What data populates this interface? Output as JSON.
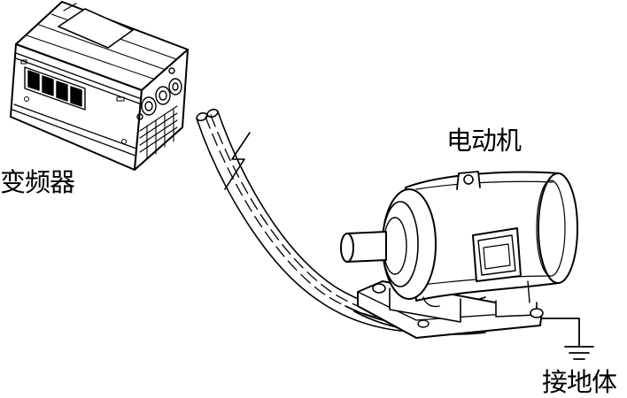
{
  "labels": {
    "inverter": "变频器",
    "motor": "电动机",
    "ground": "接地体"
  },
  "colors": {
    "ink": "#000000",
    "paper": "#ffffff"
  },
  "icons": {
    "inverter": "variable-frequency-drive-icon",
    "motor": "electric-motor-icon",
    "ground": "ground-symbol-icon",
    "fault": "lightning-bolt-icon"
  }
}
